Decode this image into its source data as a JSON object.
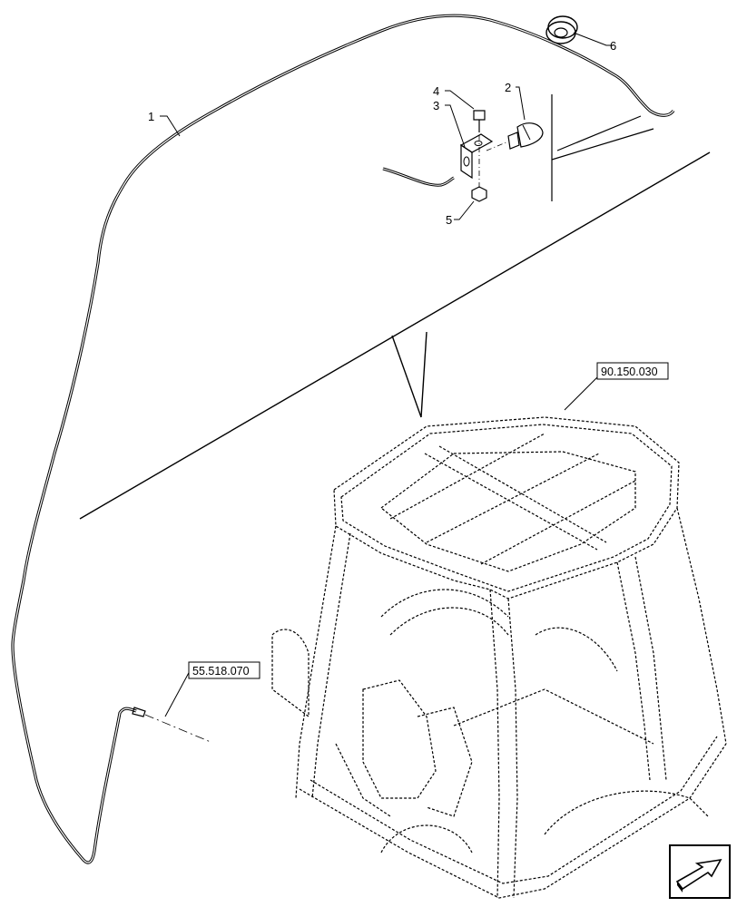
{
  "diagram": {
    "callouts": {
      "c1": "1",
      "c2": "2",
      "c3": "3",
      "c4": "4",
      "c5": "5",
      "c6": "6"
    },
    "references": {
      "cab_frame_ref": "90.150.030",
      "hose_end_ref": "55.518.070"
    },
    "nav_icon": "next-page-arrow-icon"
  }
}
